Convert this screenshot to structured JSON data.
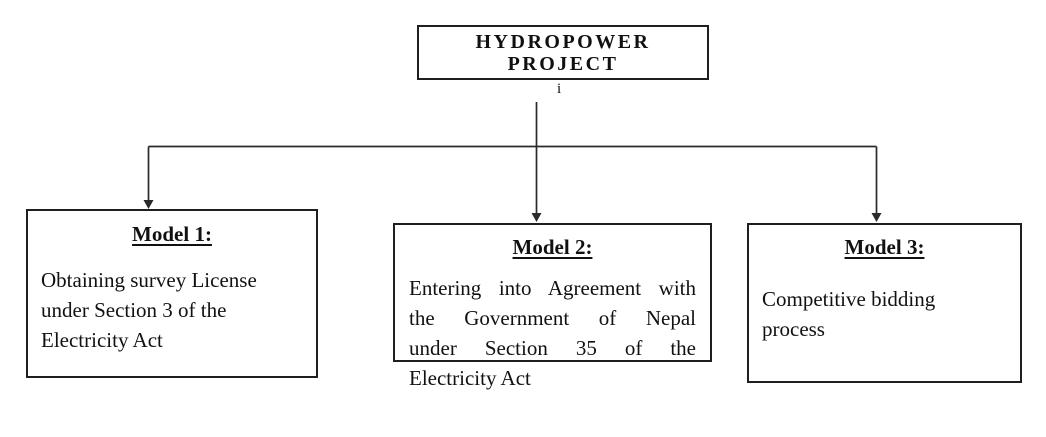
{
  "diagram": {
    "root": {
      "title": "HYDROPOWER\nPROJECT"
    },
    "footnote_marker": "i",
    "models": [
      {
        "heading": "Model 1:",
        "body": "Obtaining survey License\nunder Section 3 of the\nElectricity Act"
      },
      {
        "heading": "Model 2:",
        "body_justified": "Entering into Agreement with\nthe Government of Nepal\nunder Section 35 of the",
        "body_overflow": "Electricity Act"
      },
      {
        "heading": "Model 3:",
        "body": "Competitive bidding\nprocess"
      }
    ],
    "colors": {
      "background": "#ffffff",
      "line": "#2a2a2a",
      "border": "#1f1f1f",
      "text": "#111111"
    }
  }
}
